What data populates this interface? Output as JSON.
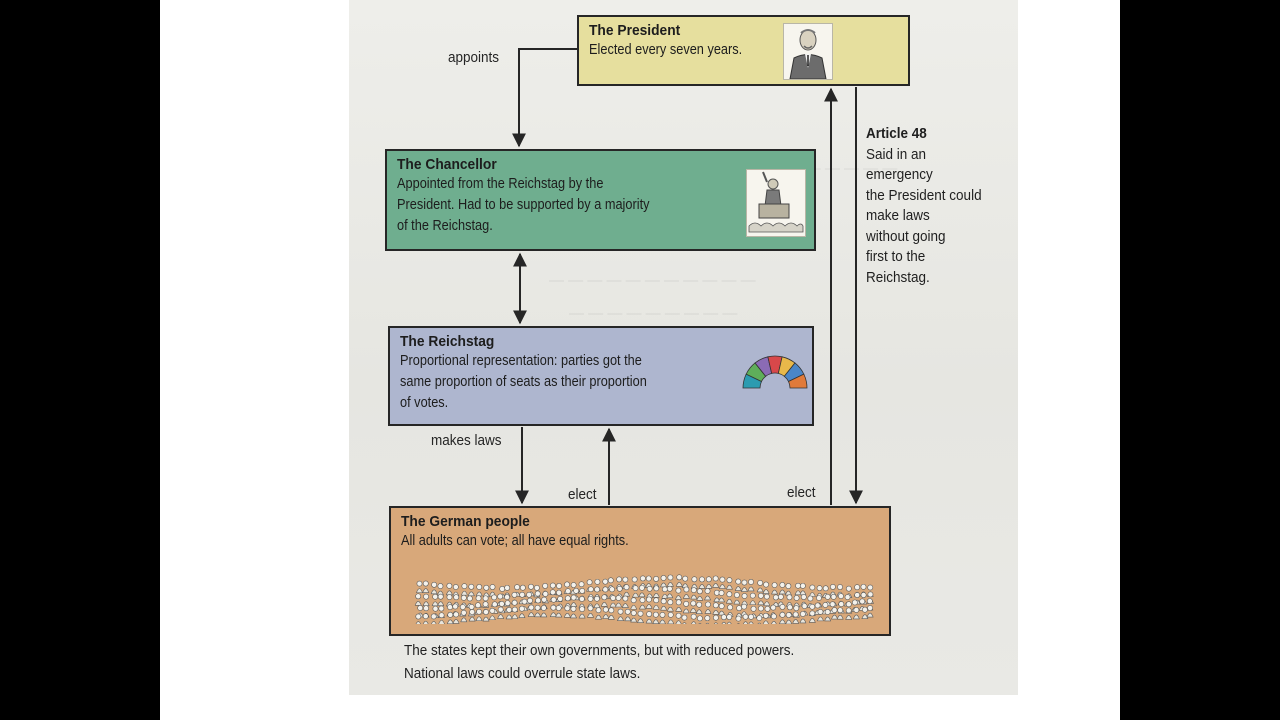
{
  "diagram": {
    "president": {
      "title": "The President",
      "description": "Elected every seven years."
    },
    "chancellor": {
      "title": "The Chancellor",
      "description_lines": [
        "Appointed from the Reichstag by the",
        "President. Had to be supported by a majority",
        "of the Reichstag."
      ]
    },
    "reichstag": {
      "title": "The Reichstag",
      "description_lines": [
        "Proportional representation: parties got the",
        "same proportion of seats as their proportion",
        "of votes."
      ]
    },
    "people": {
      "title": "The German people",
      "description": "All adults can vote; all have equal rights."
    },
    "labels": {
      "appoints": "appoints",
      "makes_laws": "makes laws",
      "elect_reichstag": "elect",
      "elect_president": "elect"
    },
    "article48": {
      "title": "Article 48",
      "body_lines": [
        "Said in an",
        "emergency",
        "the President could",
        "make laws",
        "without going",
        "first to the",
        "Reichstag."
      ]
    },
    "footer_lines": [
      "The states kept their own governments, but with reduced powers.",
      "National laws could overrule state laws."
    ]
  },
  "colors": {
    "president_box": "#e6df9e",
    "chancellor_box": "#6fae8f",
    "reichstag_box": "#aeb6cf",
    "people_box": "#d8a87a",
    "page_background": "#e9e9e5",
    "seat_colors": [
      "#2b9bb0",
      "#5fae5a",
      "#8b6bb5",
      "#d8484a",
      "#e8b84a",
      "#4a86c8",
      "#e07a3a"
    ]
  },
  "icons": {
    "president": "president-portrait-icon",
    "chancellor": "chancellor-speaker-icon",
    "reichstag": "parliament-seats-icon",
    "people": "crowd-icon"
  }
}
